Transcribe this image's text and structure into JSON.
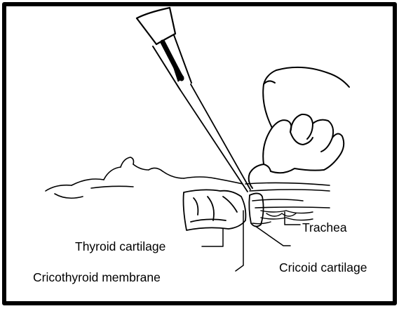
{
  "labels": {
    "trachea": "Trachea",
    "thyroid_cartilage": "Thyroid cartilage",
    "cricothyroid_membrane": "Cricothyroid membrane",
    "cricoid_cartilage": "Cricoid cartilage"
  },
  "colors": {
    "ink": "#000000",
    "background": "#ffffff"
  }
}
